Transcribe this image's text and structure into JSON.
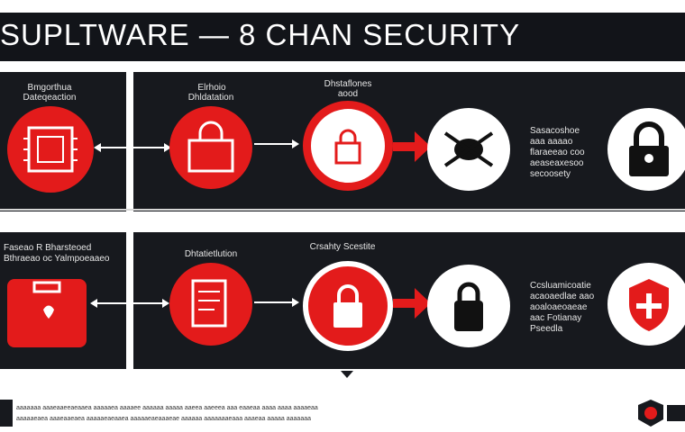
{
  "header": {
    "title": "SUPLTWARE — 8 CHAN SECURITY"
  },
  "row1": {
    "side_label_1": "Bmgorthua",
    "side_label_2": "Dateqeaction",
    "step2_label_1": "Elrhoio",
    "step2_label_2": "Dhldatation",
    "step3_label_1": "Dhstaflones",
    "step3_label_2": "aood",
    "desc": [
      "Sasacoshoe",
      "aaa aaaao",
      "flaraeeao coo",
      "aeaseaxesoo",
      "secoosety"
    ]
  },
  "row2": {
    "side_label_1": "Faseao R Bharsteoed",
    "side_label_2": "Bthraeao oc Yalmpoeaaeo",
    "step2_label": "Dhtatietlution",
    "step3_label": "Crsahty Scestite",
    "desc": [
      "Ccsluamicoatie",
      "acaoaedlae aao",
      "aoaloaeoaeae",
      "aac Fotianay",
      "Pseedla"
    ]
  },
  "footer": {
    "line_1": "aaaaaaa aaaeaaeeaeaaea aaaaaea aaaaee aaaaaa aaaaa aaeea aaeeea aaa eaaeaa aaaa aaaa aaaaeaa",
    "line_2": "aaaaaeaea aaaeaaeaea aaaaaeaeaaea aaaaaeaeaaaeae aaaaaa aaaaaaaeaaa aaaeaa aaaaa aaaaaaa"
  },
  "colors": {
    "accent": "#e31b1b",
    "panel": "#17191e",
    "title_bg": "#121419"
  }
}
